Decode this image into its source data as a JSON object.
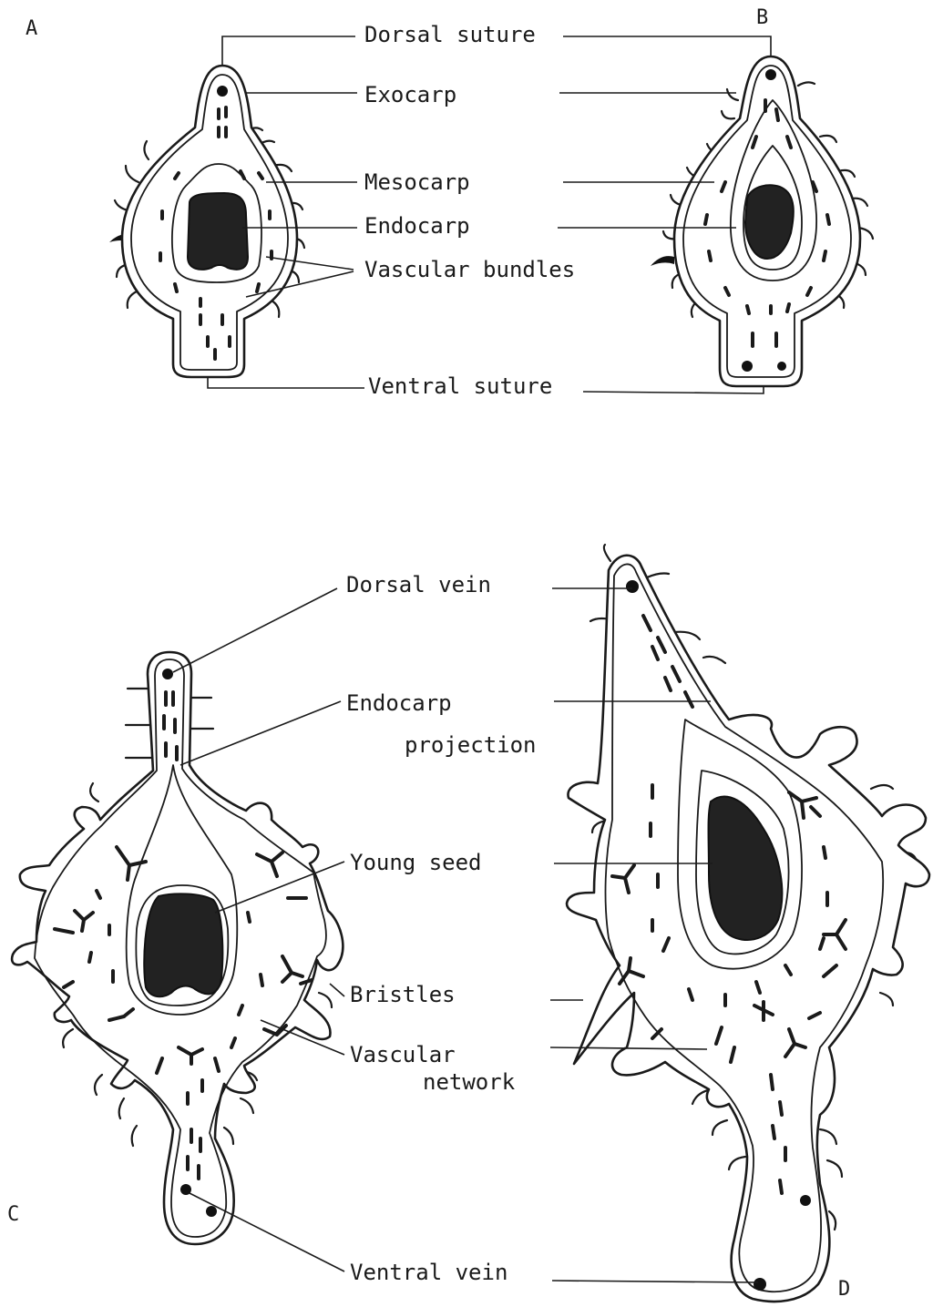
{
  "panels": {
    "a": "A",
    "b": "B",
    "c": "C",
    "d": "D"
  },
  "top_labels": {
    "dorsal_suture": "Dorsal suture",
    "exocarp": "Exocarp",
    "mesocarp": "Mesocarp",
    "endocarp": "Endocarp",
    "vascular_bundles": "Vascular bundles",
    "ventral_suture": "Ventral suture"
  },
  "bottom_labels": {
    "dorsal_vein": "Dorsal vein",
    "endocarp": "Endocarp",
    "projection": "projection",
    "young_seed": "Young seed",
    "bristles": "Bristles",
    "vascular": "Vascular",
    "network": "network",
    "ventral_vein": "Ventral vein"
  }
}
